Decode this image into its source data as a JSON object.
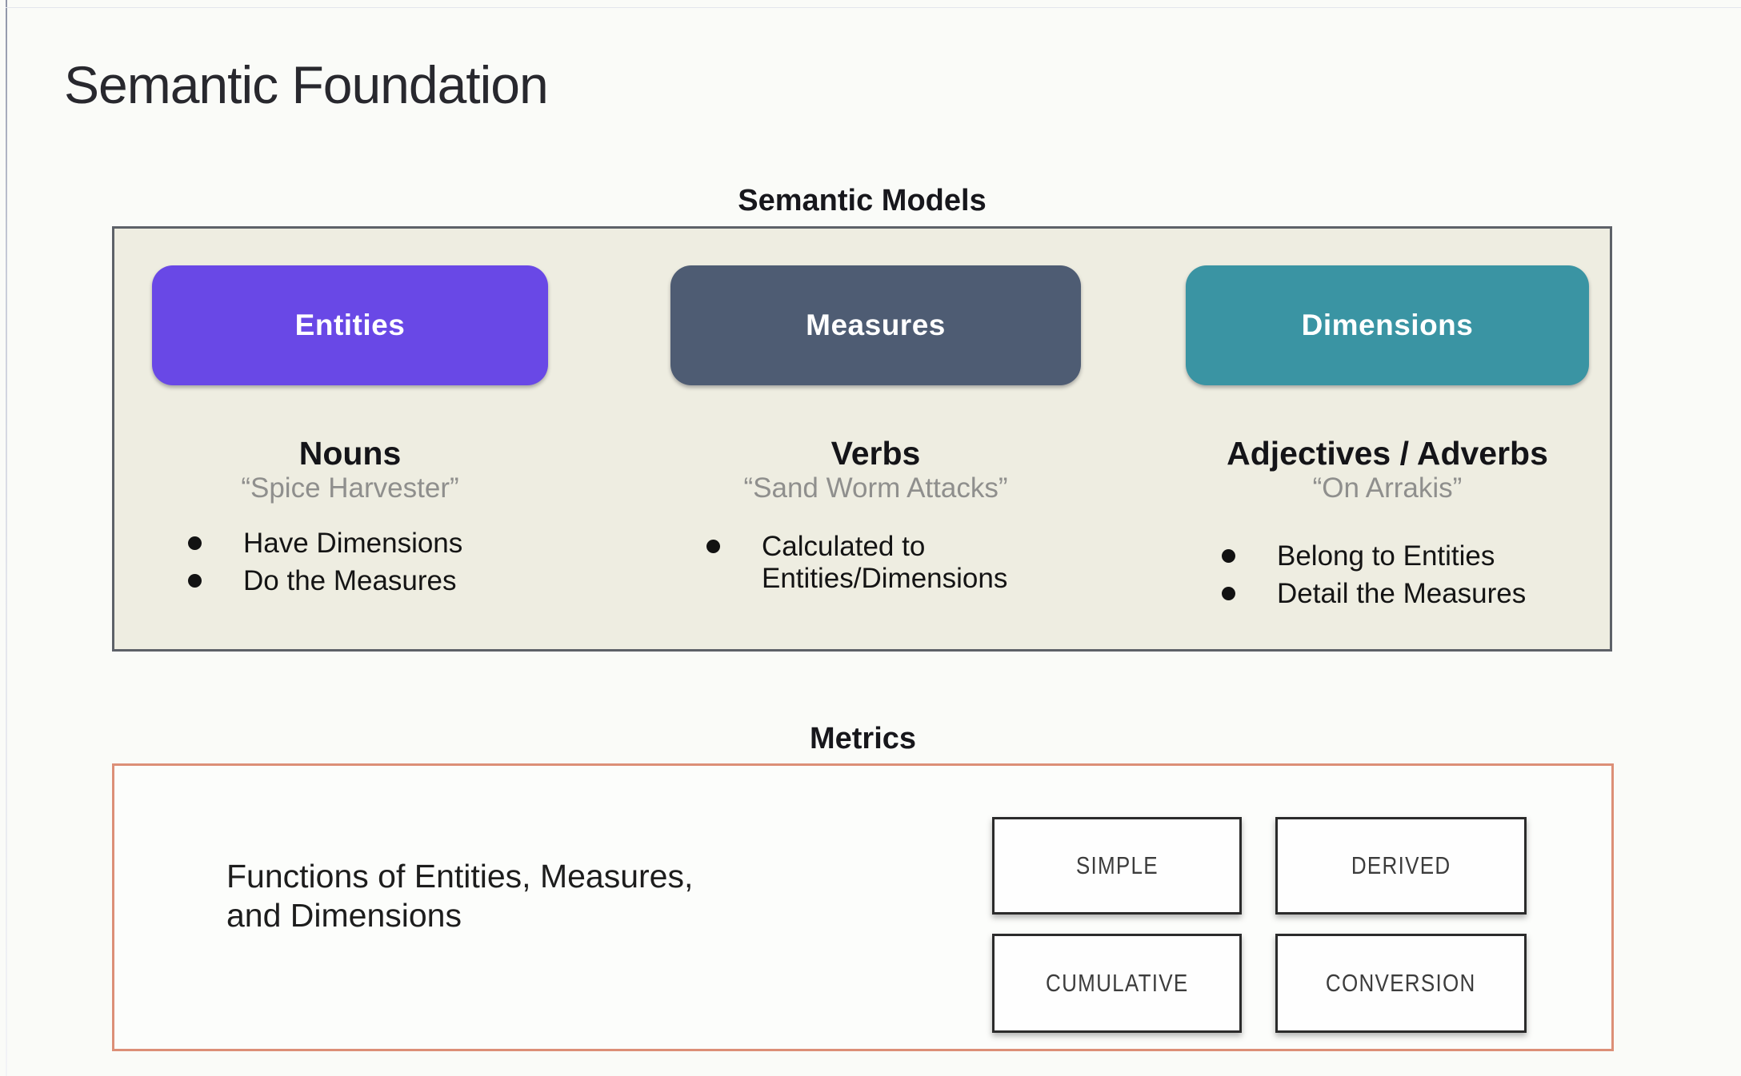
{
  "page": {
    "title": "Semantic Foundation"
  },
  "semantic_models": {
    "heading": "Semantic Models",
    "box_background": "#eeede1",
    "columns": [
      {
        "pill": "Entities",
        "pill_color": "#6948e6",
        "word_type": "Nouns",
        "example": "“Spice Harvester”",
        "bullets": [
          "Have Dimensions",
          "Do the Measures"
        ]
      },
      {
        "pill": "Measures",
        "pill_color": "#4e5c73",
        "word_type": "Verbs",
        "example": "“Sand Worm Attacks”",
        "bullets": [
          "Calculated to Entities/Dimensions"
        ]
      },
      {
        "pill": "Dimensions",
        "pill_color": "#3a94a3",
        "word_type": "Adjectives / Adverbs",
        "example": "“On Arrakis”",
        "bullets": [
          "Belong to Entities",
          "Detail the Measures"
        ]
      }
    ]
  },
  "metrics": {
    "heading": "Metrics",
    "border_color": "#dc8f77",
    "description_lines": [
      "Functions of Entities, Measures,",
      "and Dimensions"
    ],
    "types": [
      "SIMPLE",
      "DERIVED",
      "CUMULATIVE",
      "CONVERSION"
    ]
  }
}
